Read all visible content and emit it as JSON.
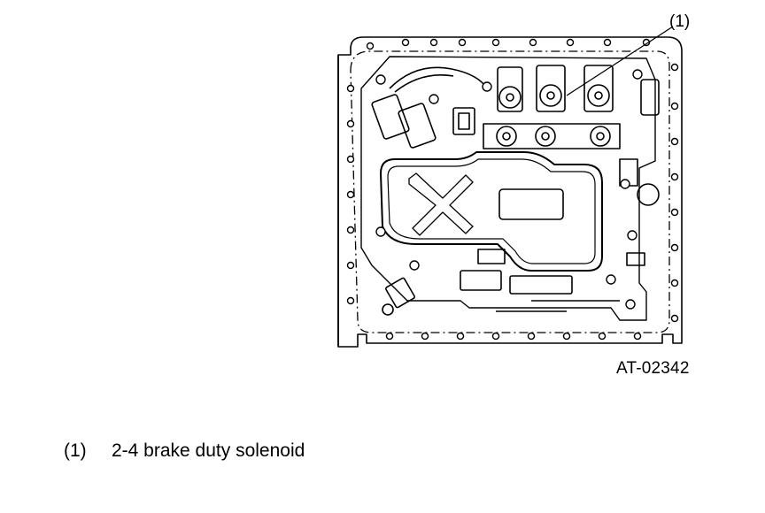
{
  "diagram": {
    "callout": "(1)",
    "figure_id": "AT-02342",
    "component_icon": "valve-body-illustration"
  },
  "legend": [
    {
      "number": "(1)",
      "text": "2-4 brake duty solenoid"
    }
  ]
}
